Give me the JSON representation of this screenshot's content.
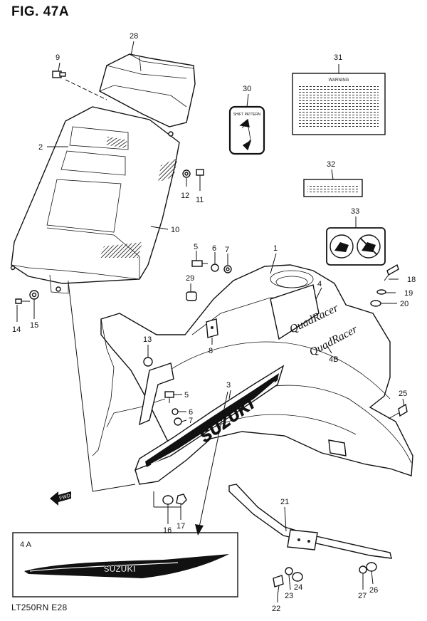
{
  "figure": {
    "title": "FIG. 47A",
    "model_code": "LT250RN  E28"
  },
  "inset": {
    "label": "4 A",
    "decal_text": "SUZUKI"
  },
  "decals": {
    "brand_text": "SUZUKI",
    "warning_heading": "WARNING",
    "shift_heading": "SHIFT PATTERN",
    "quadracer_text": "QuadRacer",
    "fwd_text": "FWD"
  },
  "callouts": [
    "1",
    "2",
    "3",
    "4",
    "4B",
    "5",
    "6",
    "7",
    "8",
    "9",
    "10",
    "11",
    "12",
    "13",
    "14",
    "15",
    "16",
    "17",
    "18",
    "19",
    "20",
    "21",
    "22",
    "23",
    "24",
    "25",
    "26",
    "27",
    "28",
    "29",
    "30",
    "31",
    "32",
    "33"
  ]
}
